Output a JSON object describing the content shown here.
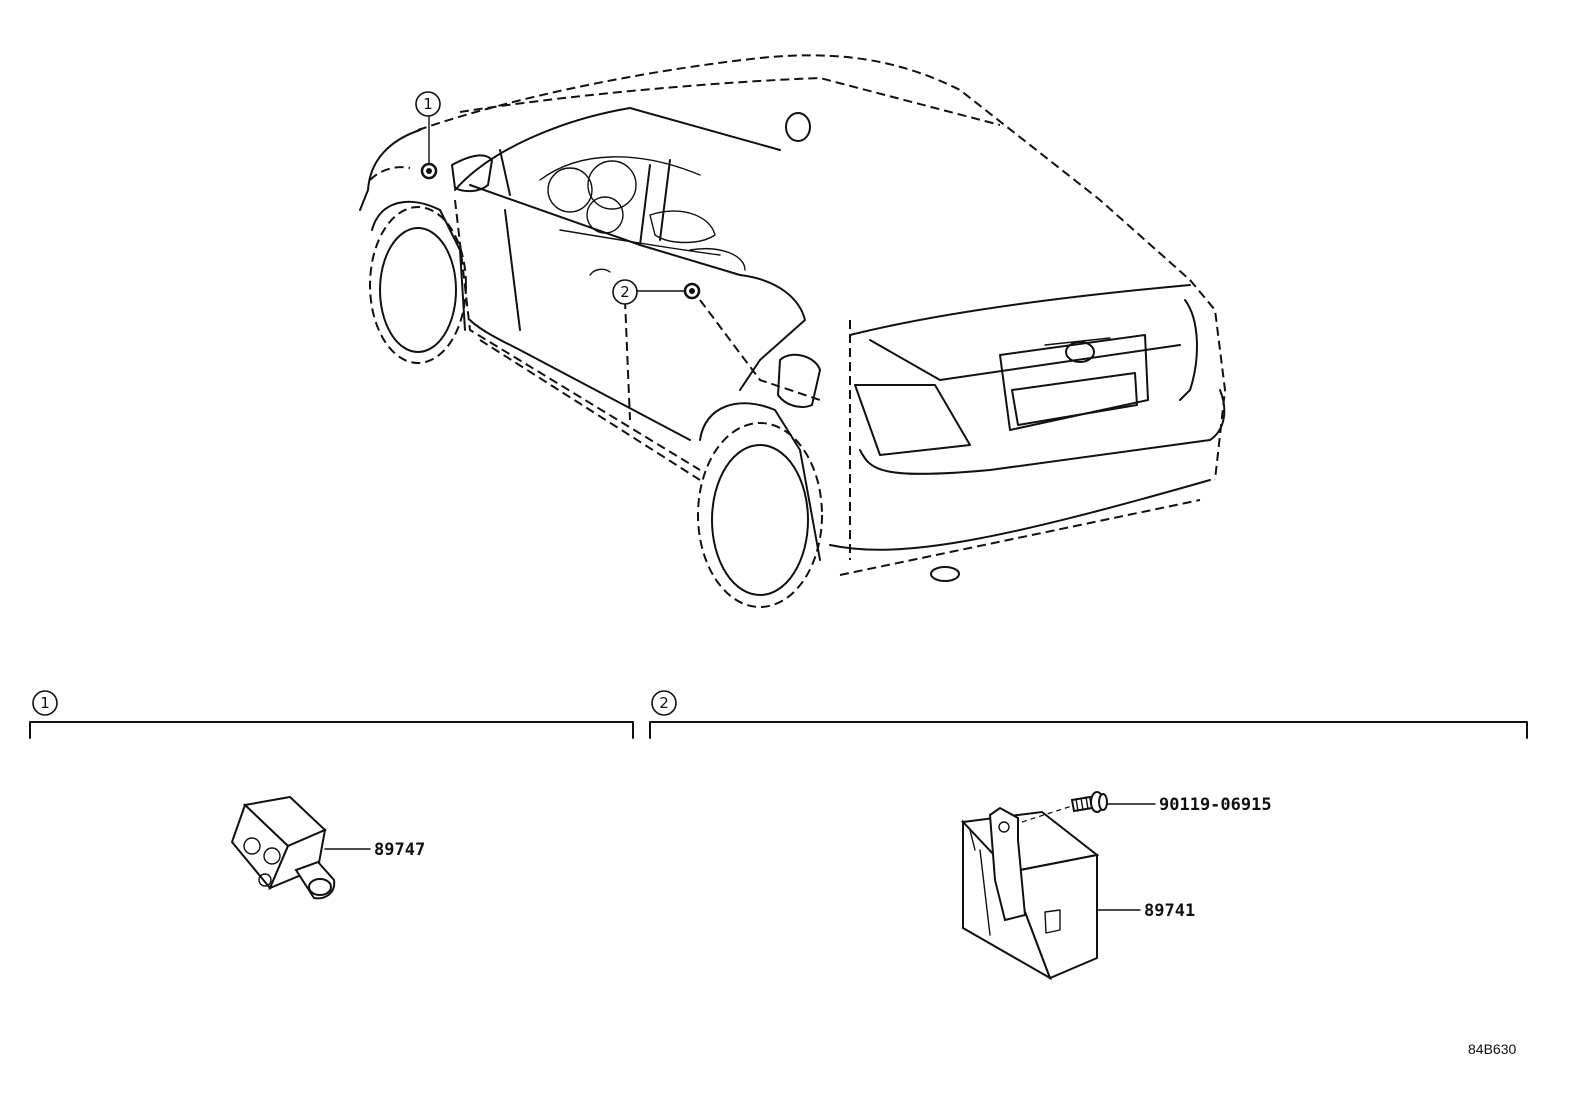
{
  "callouts": [
    {
      "id": "1",
      "label": "1"
    },
    {
      "id": "2",
      "label": "2"
    }
  ],
  "sections": [
    {
      "id": "section-1",
      "label": "1"
    },
    {
      "id": "section-2",
      "label": "2"
    }
  ],
  "parts": {
    "sensor": {
      "number": "89747"
    },
    "ecu": {
      "number": "89741"
    },
    "bolt": {
      "number": "90119-06915"
    }
  },
  "diagram_code": "84B630"
}
